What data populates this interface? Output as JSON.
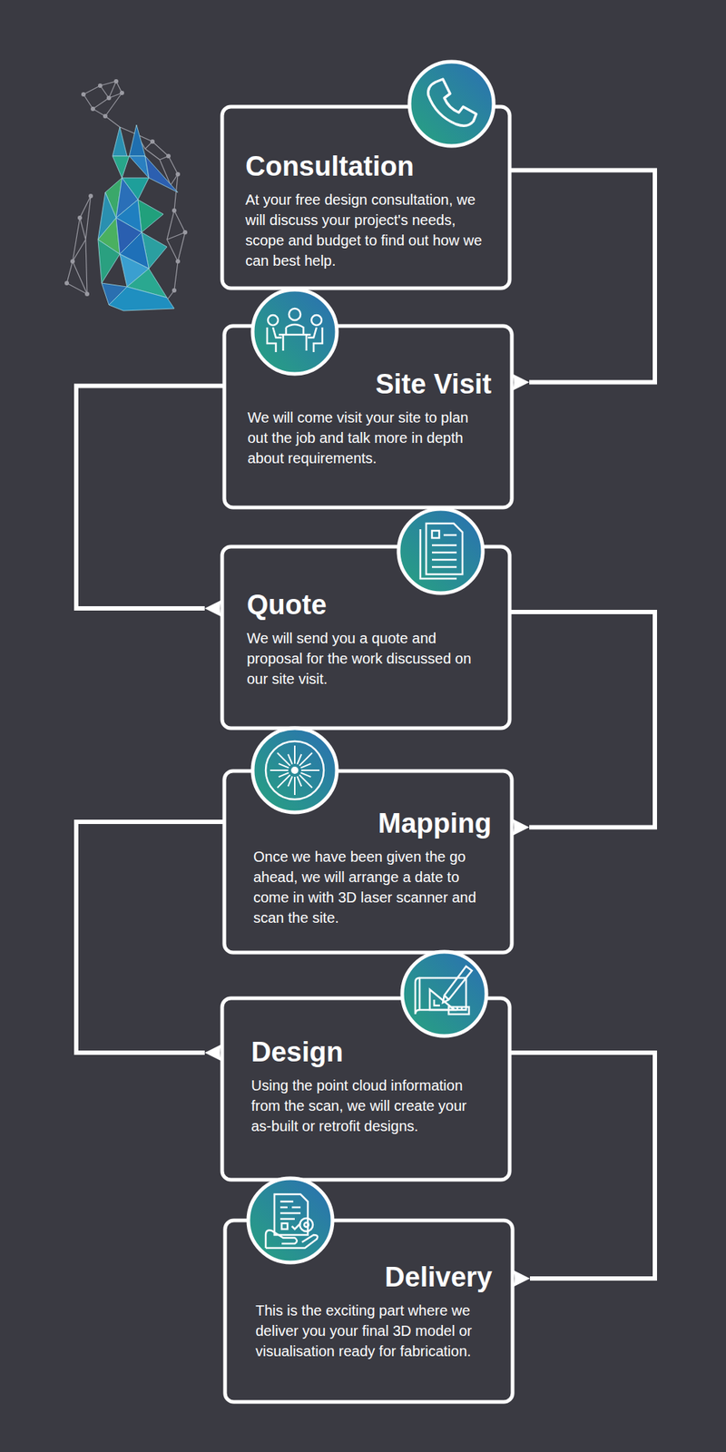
{
  "diagram": {
    "nodes": [
      {
        "text": [
          "Consultation",
          "At your free design consultation, we will discuss your project's needs, scope and budget to find out how we can best help."
        ]
      },
      {
        "text": [
          "Site Visit",
          "We will come visit your site to plan out the job and talk more in depth about requirements."
        ]
      },
      {
        "text": [
          "Quote",
          "We will send you a quote and proposal for the work discussed on our site visit."
        ]
      },
      {
        "text": [
          "Mapping",
          "Once we have been given the go ahead, we will arrange a date to come in with 3D laser scanner and scan the site."
        ]
      },
      {
        "text": [
          "Design",
          "Using the point cloud information from the scan, we will create your as-built or retrofit designs."
        ]
      },
      {
        "text": [
          "Delivery",
          "This is the exciting part where we deliver you your final 3D model or visualisation ready for fabrication."
        ]
      }
    ],
    "edges": [
      {
        "from": 0,
        "to": 1,
        "arrow": "to"
      },
      {
        "from": 1,
        "to": 2,
        "arrow": "to"
      },
      {
        "from": 2,
        "to": 3,
        "arrow": "to"
      },
      {
        "from": 3,
        "to": 4,
        "arrow": "to"
      },
      {
        "from": 4,
        "to": 5,
        "arrow": "to"
      }
    ]
  }
}
